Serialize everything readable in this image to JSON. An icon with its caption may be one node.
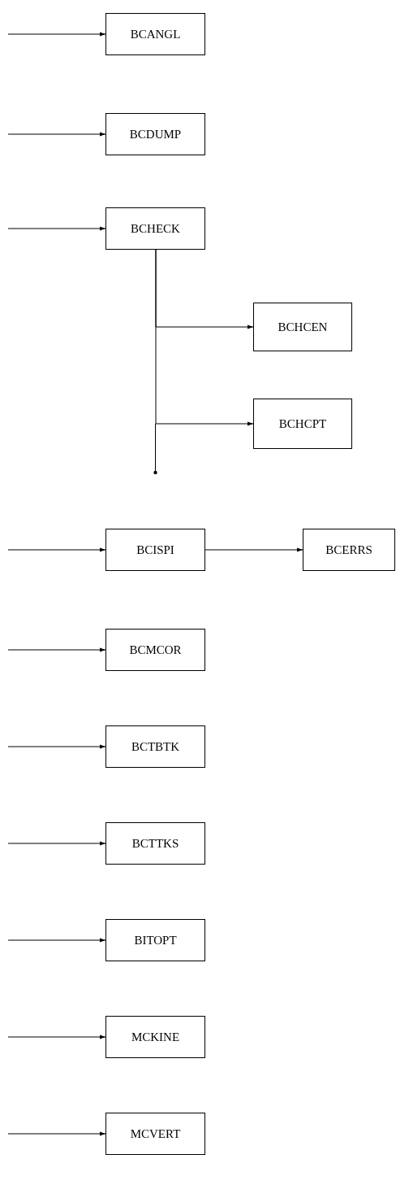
{
  "diagram": {
    "nodes": [
      {
        "text": [
          "BCANGL"
        ]
      },
      {
        "text": [
          "BCDUMP"
        ]
      },
      {
        "text": [
          "BCHECK"
        ]
      },
      {
        "text": [
          "BCHCEN"
        ]
      },
      {
        "text": [
          "BCHCPT"
        ]
      },
      {
        "text": [
          "BCISPI"
        ]
      },
      {
        "text": [
          "BCERRS"
        ]
      },
      {
        "text": [
          "BCMCOR"
        ]
      },
      {
        "text": [
          "BCTBTK"
        ]
      },
      {
        "text": [
          "BCTTKS"
        ]
      },
      {
        "text": [
          "BITOPT"
        ]
      },
      {
        "text": [
          "MCKINE"
        ]
      },
      {
        "text": [
          "MCVERT"
        ]
      }
    ],
    "edges": [
      {
        "from": null,
        "to": 0,
        "arrow": "to"
      },
      {
        "from": null,
        "to": 1,
        "arrow": "to"
      },
      {
        "from": null,
        "to": 2,
        "arrow": "to"
      },
      {
        "from": 2,
        "to": 3,
        "arrow": "to"
      },
      {
        "from": 2,
        "to": 4,
        "arrow": "to"
      },
      {
        "from": null,
        "to": 5,
        "arrow": "to"
      },
      {
        "from": 5,
        "to": 6,
        "arrow": "to"
      },
      {
        "from": null,
        "to": 7,
        "arrow": "to"
      },
      {
        "from": null,
        "to": 8,
        "arrow": "to"
      },
      {
        "from": null,
        "to": 9,
        "arrow": "to"
      },
      {
        "from": null,
        "to": 10,
        "arrow": "to"
      },
      {
        "from": null,
        "to": 11,
        "arrow": "to"
      },
      {
        "from": null,
        "to": 12,
        "arrow": "to"
      }
    ]
  }
}
